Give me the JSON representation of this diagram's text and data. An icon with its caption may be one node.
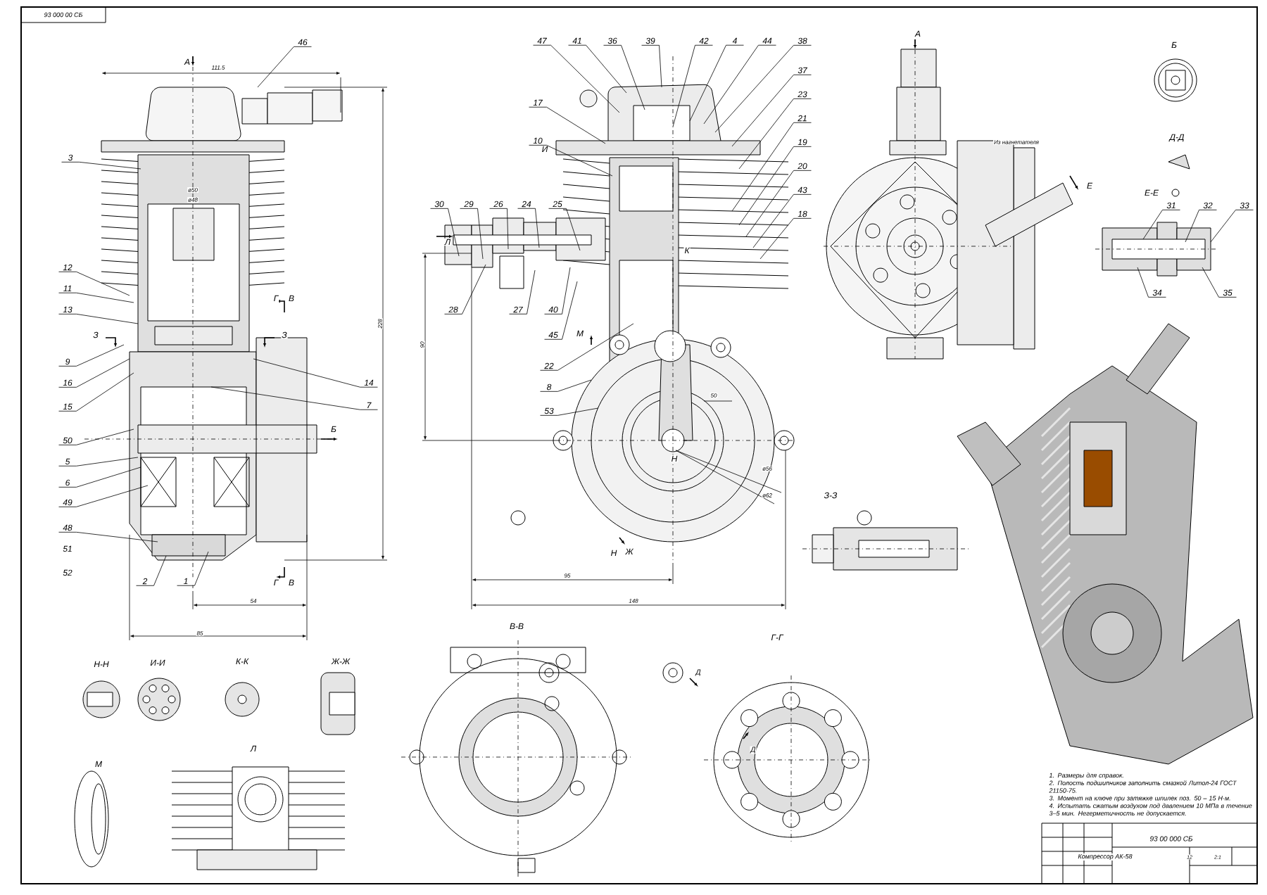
{
  "diagram": {
    "nodes": [
      {
        "text": [
          "46"
        ]
      },
      {
        "text": [
          "3"
        ]
      },
      {
        "text": [
          "12"
        ]
      },
      {
        "text": [
          "11"
        ]
      },
      {
        "text": [
          "13"
        ]
      },
      {
        "text": [
          "9"
        ]
      },
      {
        "text": [
          "16"
        ]
      },
      {
        "text": [
          "15"
        ]
      },
      {
        "text": [
          "50"
        ]
      },
      {
        "text": [
          "5"
        ]
      },
      {
        "text": [
          "6"
        ]
      },
      {
        "text": [
          "49"
        ]
      },
      {
        "text": [
          "48"
        ]
      },
      {
        "text": [
          "2"
        ]
      },
      {
        "text": [
          "1"
        ]
      },
      {
        "text": [
          "14"
        ]
      },
      {
        "text": [
          "7"
        ]
      },
      {
        "text": [
          "47"
        ]
      },
      {
        "text": [
          "41"
        ]
      },
      {
        "text": [
          "36"
        ]
      },
      {
        "text": [
          "39"
        ]
      },
      {
        "text": [
          "42"
        ]
      },
      {
        "text": [
          "4"
        ]
      },
      {
        "text": [
          "44"
        ]
      },
      {
        "text": [
          "38"
        ]
      },
      {
        "text": [
          "37"
        ]
      },
      {
        "text": [
          "23"
        ]
      },
      {
        "text": [
          "21"
        ]
      },
      {
        "text": [
          "19"
        ]
      },
      {
        "text": [
          "20"
        ]
      },
      {
        "text": [
          "43"
        ]
      },
      {
        "text": [
          "18"
        ]
      },
      {
        "text": [
          "17"
        ]
      },
      {
        "text": [
          "10"
        ]
      },
      {
        "text": [
          "30"
        ]
      },
      {
        "text": [
          "29"
        ]
      },
      {
        "text": [
          "26"
        ]
      },
      {
        "text": [
          "24"
        ]
      },
      {
        "text": [
          "25"
        ]
      },
      {
        "text": [
          "28"
        ]
      },
      {
        "text": [
          "27"
        ]
      },
      {
        "text": [
          "40"
        ]
      },
      {
        "text": [
          "45"
        ]
      },
      {
        "text": [
          "22"
        ]
      },
      {
        "text": [
          "8"
        ]
      },
      {
        "text": [
          "53"
        ]
      },
      {
        "text": [
          "31"
        ]
      },
      {
        "text": [
          "32"
        ]
      },
      {
        "text": [
          "33"
        ]
      },
      {
        "text": [
          "34"
        ]
      },
      {
        "text": [
          "35"
        ]
      }
    ],
    "edges": [
      {
        "from": 0,
        "to": null,
        "arrow": "none"
      },
      {
        "from": 1,
        "to": null,
        "arrow": "none"
      },
      {
        "from": 2,
        "to": null,
        "arrow": "none"
      },
      {
        "from": 3,
        "to": null,
        "arrow": "none"
      },
      {
        "from": 4,
        "to": null,
        "arrow": "none"
      },
      {
        "from": 5,
        "to": null,
        "arrow": "none"
      },
      {
        "from": 6,
        "to": null,
        "arrow": "none"
      },
      {
        "from": 7,
        "to": null,
        "arrow": "none"
      },
      {
        "from": 8,
        "to": null,
        "arrow": "none"
      },
      {
        "from": 9,
        "to": null,
        "arrow": "none"
      },
      {
        "from": 10,
        "to": null,
        "arrow": "none"
      },
      {
        "from": 11,
        "to": null,
        "arrow": "none"
      },
      {
        "from": 12,
        "to": null,
        "arrow": "none"
      },
      {
        "from": 13,
        "to": null,
        "arrow": "none"
      },
      {
        "from": 14,
        "to": null,
        "arrow": "none"
      },
      {
        "from": 15,
        "to": null,
        "arrow": "none"
      },
      {
        "from": 16,
        "to": null,
        "arrow": "none"
      },
      {
        "from": 17,
        "to": null,
        "arrow": "none"
      },
      {
        "from": 18,
        "to": null,
        "arrow": "none"
      },
      {
        "from": 19,
        "to": null,
        "arrow": "none"
      },
      {
        "from": 20,
        "to": null,
        "arrow": "none"
      },
      {
        "from": 21,
        "to": null,
        "arrow": "none"
      },
      {
        "from": 22,
        "to": null,
        "arrow": "none"
      },
      {
        "from": 23,
        "to": null,
        "arrow": "none"
      },
      {
        "from": 24,
        "to": null,
        "arrow": "none"
      },
      {
        "from": 25,
        "to": null,
        "arrow": "none"
      },
      {
        "from": 26,
        "to": null,
        "arrow": "none"
      },
      {
        "from": 27,
        "to": null,
        "arrow": "none"
      },
      {
        "from": 28,
        "to": null,
        "arrow": "none"
      },
      {
        "from": 29,
        "to": null,
        "arrow": "none"
      },
      {
        "from": 30,
        "to": null,
        "arrow": "none"
      },
      {
        "from": 31,
        "to": null,
        "arrow": "none"
      },
      {
        "from": 32,
        "to": null,
        "arrow": "none"
      },
      {
        "from": 33,
        "to": null,
        "arrow": "none"
      },
      {
        "from": 34,
        "to": null,
        "arrow": "none"
      },
      {
        "from": 35,
        "to": null,
        "arrow": "none"
      },
      {
        "from": 36,
        "to": null,
        "arrow": "none"
      },
      {
        "from": 37,
        "to": null,
        "arrow": "none"
      },
      {
        "from": 38,
        "to": null,
        "arrow": "none"
      },
      {
        "from": 39,
        "to": null,
        "arrow": "none"
      },
      {
        "from": 40,
        "to": null,
        "arrow": "none"
      },
      {
        "from": 41,
        "to": null,
        "arrow": "none"
      },
      {
        "from": 42,
        "to": null,
        "arrow": "none"
      },
      {
        "from": 43,
        "to": null,
        "arrow": "none"
      },
      {
        "from": 44,
        "to": null,
        "arrow": "none"
      },
      {
        "from": 45,
        "to": null,
        "arrow": "none"
      },
      {
        "from": 46,
        "to": null,
        "arrow": "none"
      },
      {
        "from": 47,
        "to": null,
        "arrow": "none"
      },
      {
        "from": 48,
        "to": null,
        "arrow": "none"
      },
      {
        "from": 49,
        "to": null,
        "arrow": "none"
      },
      {
        "from": 50,
        "to": null,
        "arrow": "none"
      }
    ],
    "labels": [
      "93 000 00 СБ",
      "А",
      "111.5",
      "ø50",
      "ø48",
      "Г",
      "В",
      "З",
      "З",
      "Б",
      "228",
      "Г",
      "В",
      "54",
      "85",
      "51",
      "52",
      "И",
      "К",
      "Л",
      "М",
      "90",
      "50",
      "Н",
      "ø56",
      "ø62",
      "Н",
      "Ж",
      "95",
      "148",
      "А",
      "Из нагнетателя",
      "Е",
      "Б",
      "Д-Д",
      "Е-Е",
      "Н-Н",
      "И-И",
      "К-К",
      "Ж-Ж",
      "В-В",
      "Г-Г",
      "Д",
      "Д",
      "З-З",
      "М",
      "Л",
      "1. Размеры для справок.",
      "2. Полость подшипников заполнить смазкой Литол-24 ГОСТ 21150-75.",
      "3. Момент на ключе при затяжке шпилек поз. 50 – 15 Н·м.",
      "4. Испытать сжатым воздухом под давлением 10 МПа в течение 3–5 мин. Негерметичность не допускается.",
      "93 00 000 СБ",
      "Компрессор АК-58",
      "12",
      "2:1"
    ]
  }
}
